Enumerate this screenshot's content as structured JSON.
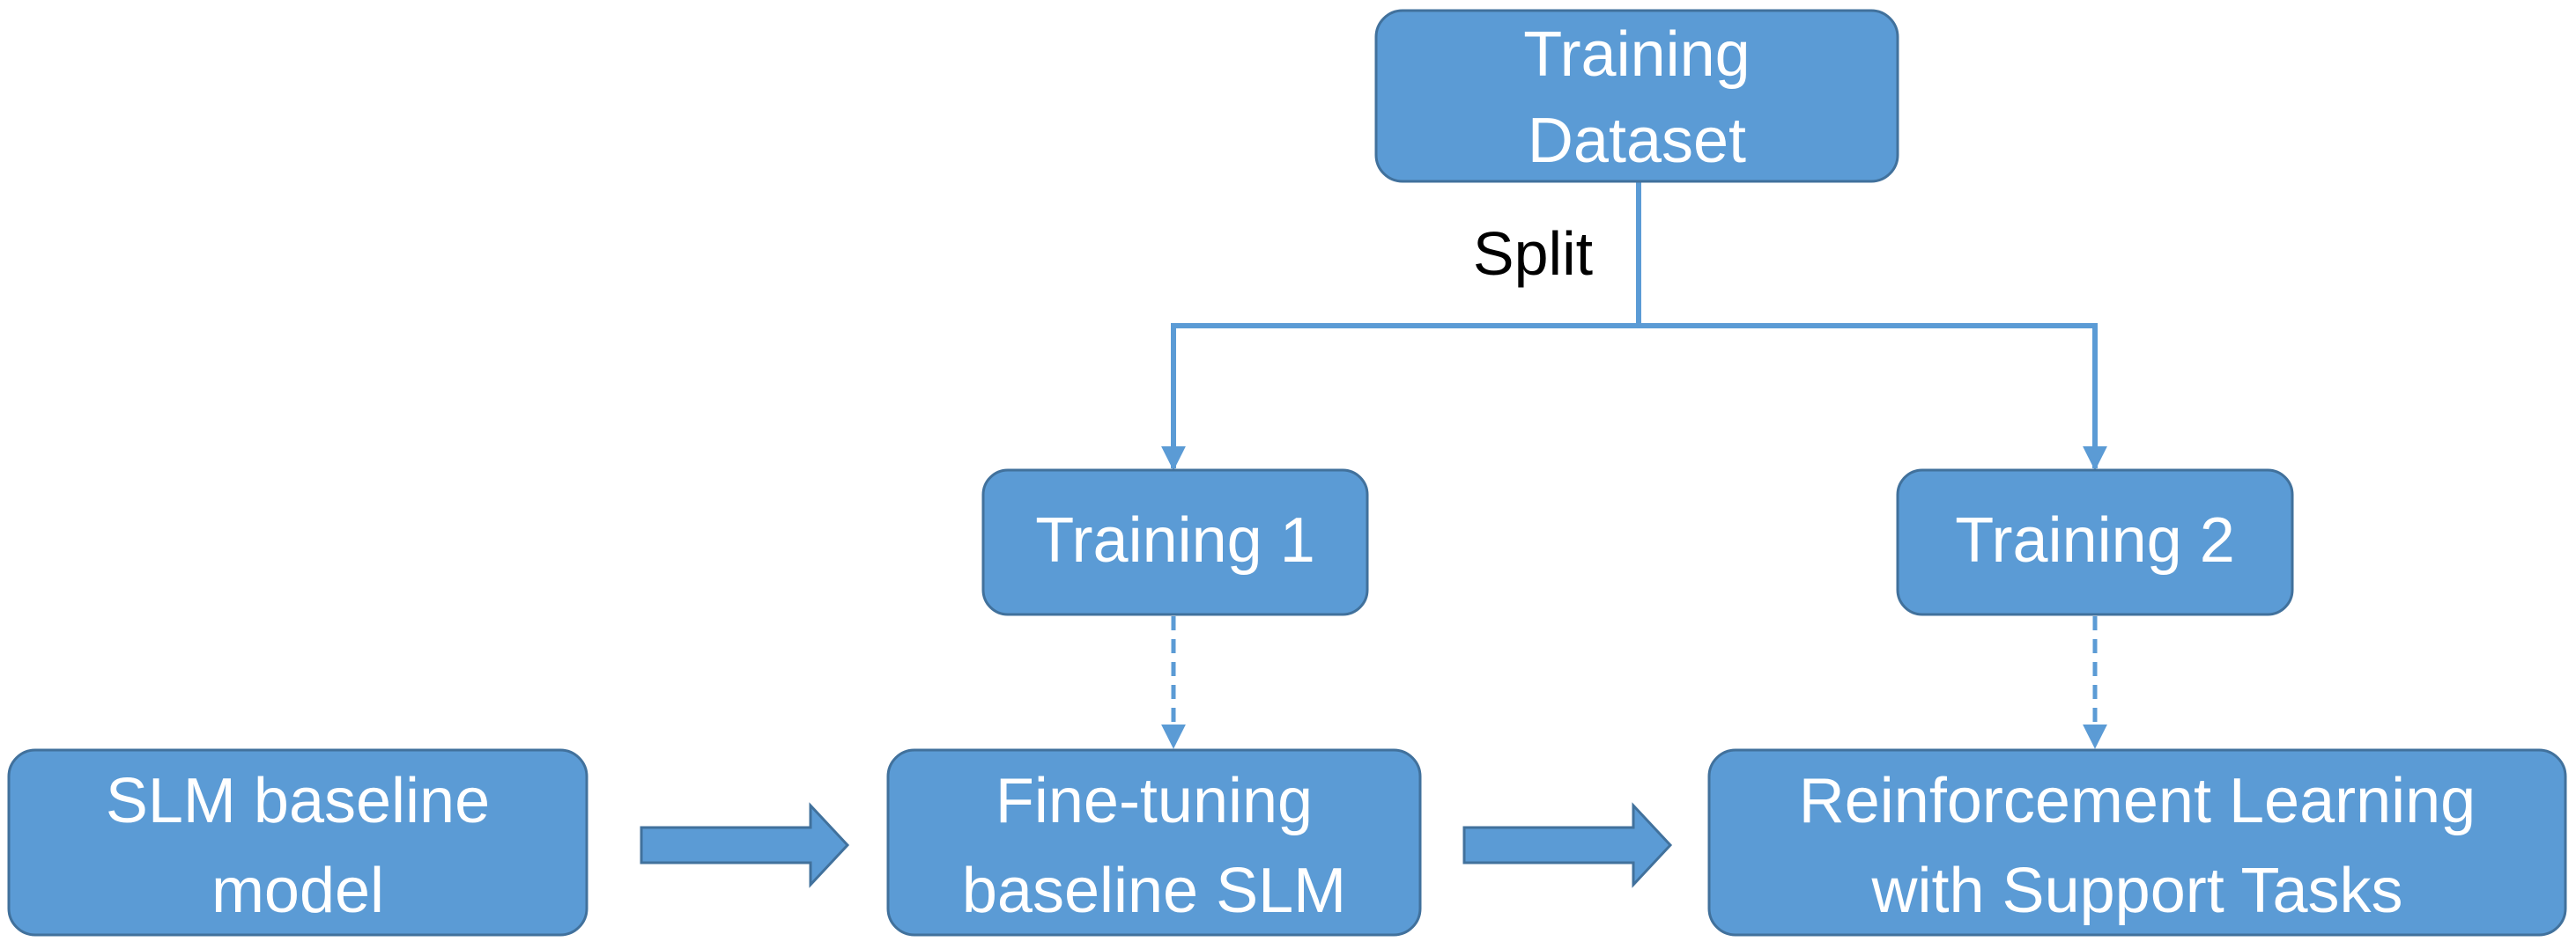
{
  "colors": {
    "box_fill": "#5b9bd5",
    "box_stroke": "#41719c",
    "connector": "#5b9bd5",
    "text": "#ffffff",
    "label_text": "#000000"
  },
  "nodes": {
    "training_dataset": {
      "line1": "Training",
      "line2": "Dataset"
    },
    "training_1": {
      "label": "Training 1"
    },
    "training_2": {
      "label": "Training 2"
    },
    "slm_baseline": {
      "line1": "SLM baseline",
      "line2": "model"
    },
    "fine_tuning": {
      "line1": "Fine-tuning",
      "line2": "baseline SLM"
    },
    "reinforcement": {
      "line1": "Reinforcement Learning",
      "line2": "with Support Tasks"
    }
  },
  "edges": {
    "split_label": "Split"
  }
}
